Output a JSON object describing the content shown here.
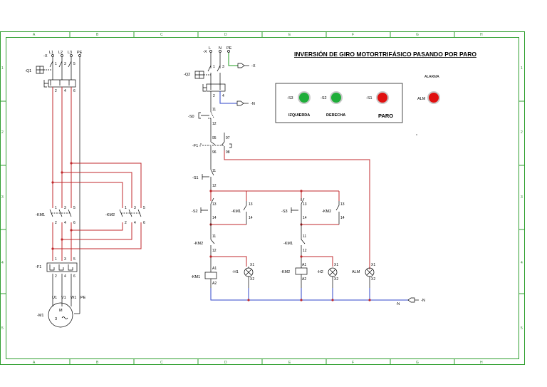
{
  "frame": {
    "columns": [
      "A",
      "B",
      "C",
      "D",
      "E",
      "F",
      "G",
      "H"
    ],
    "rows": [
      "1",
      "2",
      "3",
      "4",
      "5"
    ]
  },
  "title": "INVERSIÓN DE GIRO MOTORTRIFÁSICO PASANDO POR PARO",
  "power": {
    "phases": [
      "L1",
      "L2",
      "L3",
      "PE"
    ],
    "x_label": "-X",
    "q1": "-Q1",
    "km1": "-KM1",
    "km2": "-KM2",
    "f1": "-F1",
    "motor": "-M1",
    "motor_m": "M",
    "motor_3": "3",
    "motor_terms": [
      "U1",
      "V1",
      "W1",
      "PE"
    ],
    "terms_top": [
      "1",
      "3",
      "5"
    ],
    "terms_bot": [
      "2",
      "4",
      "6"
    ]
  },
  "control": {
    "supply": [
      "L",
      "N",
      "PE"
    ],
    "x_label": "-X",
    "x_out": "-X",
    "n_out": "-N",
    "q2": "-Q2",
    "q2_top": [
      "1",
      "3"
    ],
    "q2_bot": [
      "2",
      "4"
    ],
    "s0": "-S0",
    "f1": "-F1",
    "s1": "-S1",
    "s2": "-S2",
    "s3": "-S3",
    "km1": "-KM1",
    "km2": "-KM2",
    "h1": "-H1",
    "h2": "-H2",
    "alm": "ALM",
    "n_end": "-N",
    "t11": "11",
    "t12": "12",
    "t13": "13",
    "t14": "14",
    "t95": "95",
    "t96": "96",
    "t97": "97",
    "t98": "98",
    "a1": "A1",
    "a2": "A2",
    "x1": "X1",
    "x2": "X2"
  },
  "panel": {
    "s3": "-S3",
    "s2": "-S2",
    "s1": "-S1",
    "izq": "IZQUIERDA",
    "der": "DERECHA",
    "paro": "PARO",
    "alarma": "ALARMA",
    "alm": "ALM",
    "colors": {
      "green": "#1fae3a",
      "red": "#e01010"
    }
  }
}
